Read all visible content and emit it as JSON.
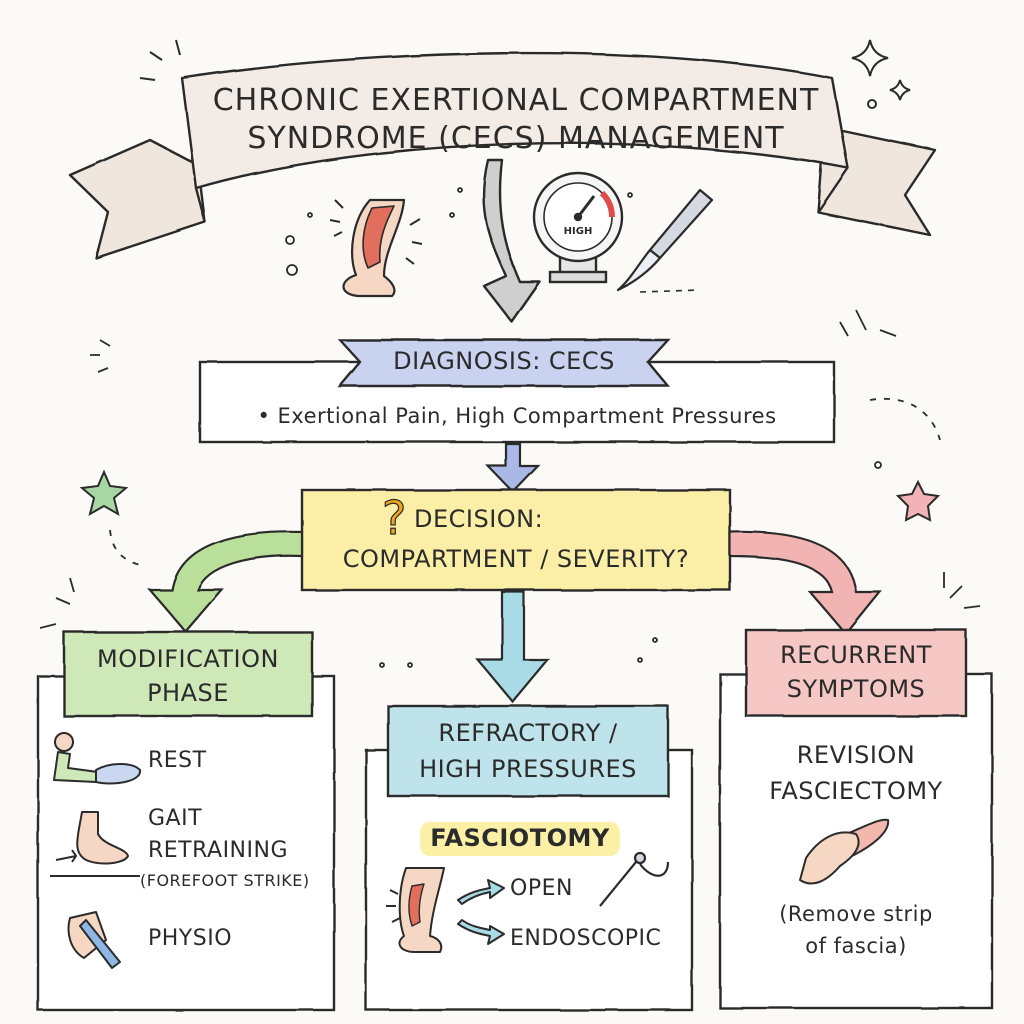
{
  "title": {
    "line1": "CHRONIC EXERTIONAL COMPARTMENT",
    "line2": "SYNDROME (CECS) MANAGEMENT"
  },
  "top_icons": {
    "gauge_label": "HIGH"
  },
  "diagnosis": {
    "label": "DIAGNOSIS: CECS",
    "detail": "• Exertional Pain, High Compartment Pressures"
  },
  "decision": {
    "line1": "DECISION:",
    "line2": "COMPARTMENT / SEVERITY?"
  },
  "modification": {
    "header_line1": "MODIFICATION",
    "header_line2": "PHASE",
    "items": [
      {
        "label_line1": "REST",
        "label_line2": "",
        "note": ""
      },
      {
        "label_line1": "GAIT",
        "label_line2": "RETRAINING",
        "note": "(FOREFOOT STRIKE)"
      },
      {
        "label_line1": "PHYSIO",
        "label_line2": "",
        "note": ""
      }
    ]
  },
  "refractory": {
    "header_line1": "REFRACTORY /",
    "header_line2": "HIGH PRESSURES",
    "procedure": "FASCIOTOMY",
    "options": [
      "OPEN",
      "ENDOSCOPIC"
    ]
  },
  "recurrent": {
    "header_line1": "RECURRENT",
    "header_line2": "SYMPTOMS",
    "procedure_line1": "REVISION",
    "procedure_line2": "FASCIECTOMY",
    "note_line1": "(Remove strip",
    "note_line2": "of fascia)"
  },
  "colors": {
    "ink": "#2b2b2b",
    "banner": "#f3ece6",
    "diagnosis_tag": "#c9d3f0",
    "decision_fill": "#fbeea6",
    "modification_header": "#cfe8b8",
    "refractory_header": "#bfe3ea",
    "recurrent_header": "#f6c8c5",
    "arrow_gray": "#c9c9c9",
    "arrow_blue": "#aab8e6",
    "arrow_green": "#b9df9a",
    "arrow_teal": "#a9dbe6",
    "arrow_pink": "#f2b3b3",
    "highlight": "#fbf0a6"
  }
}
